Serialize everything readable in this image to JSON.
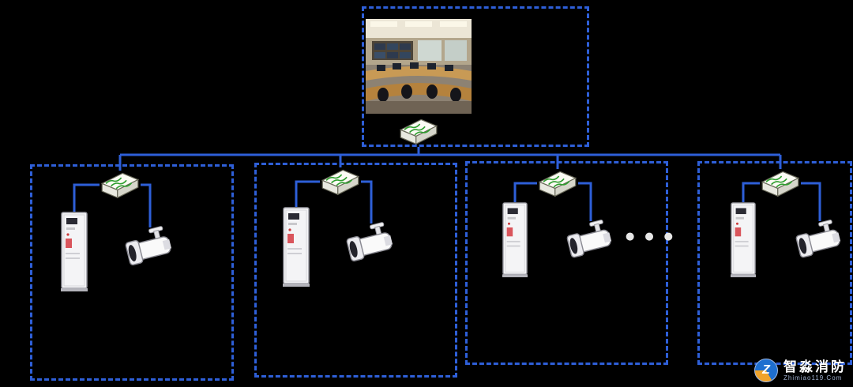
{
  "colors": {
    "background": "#000000",
    "accent-blue": "#2e5fd8",
    "switch-green": "#2f9e2f",
    "dot-color": "#e6e6e6"
  },
  "diagram": {
    "continuation_dots": "●●●",
    "monitoring_center_box": {
      "contains": [
        "control-room-photo",
        "network-switch-icon"
      ]
    },
    "branch_boxes": [
      {
        "contains": [
          "network-switch-icon",
          "monitoring-cabinet-icon",
          "bullet-camera-icon"
        ]
      },
      {
        "contains": [
          "network-switch-icon",
          "monitoring-cabinet-icon",
          "bullet-camera-icon"
        ]
      },
      {
        "contains": [
          "network-switch-icon",
          "monitoring-cabinet-icon",
          "bullet-camera-icon"
        ]
      },
      {
        "contains": [
          "network-switch-icon",
          "monitoring-cabinet-icon",
          "bullet-camera-icon"
        ]
      }
    ]
  },
  "logo": {
    "brand_text": "智淼消防",
    "watermark_text": "Zhimiao119.Com",
    "badge_letter": "Z"
  }
}
